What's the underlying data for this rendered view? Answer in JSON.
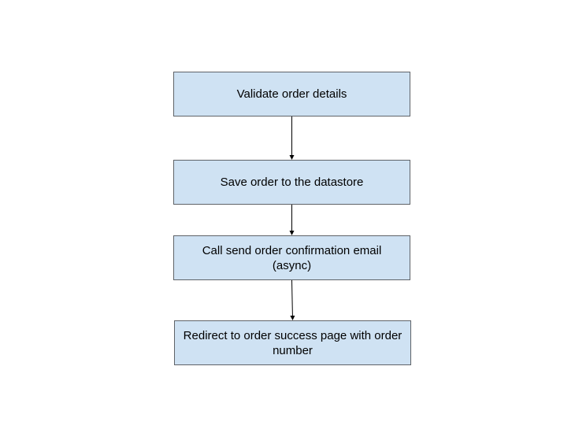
{
  "flowchart": {
    "steps": [
      {
        "label": "Validate order details"
      },
      {
        "label": "Save order to the datastore"
      },
      {
        "label": "Call send order confirmation email (async)"
      },
      {
        "label": "Redirect to order success page with order number"
      }
    ]
  },
  "colors": {
    "box_fill": "#cfe2f3",
    "box_border": "#5f6368",
    "arrow": "#000000"
  }
}
